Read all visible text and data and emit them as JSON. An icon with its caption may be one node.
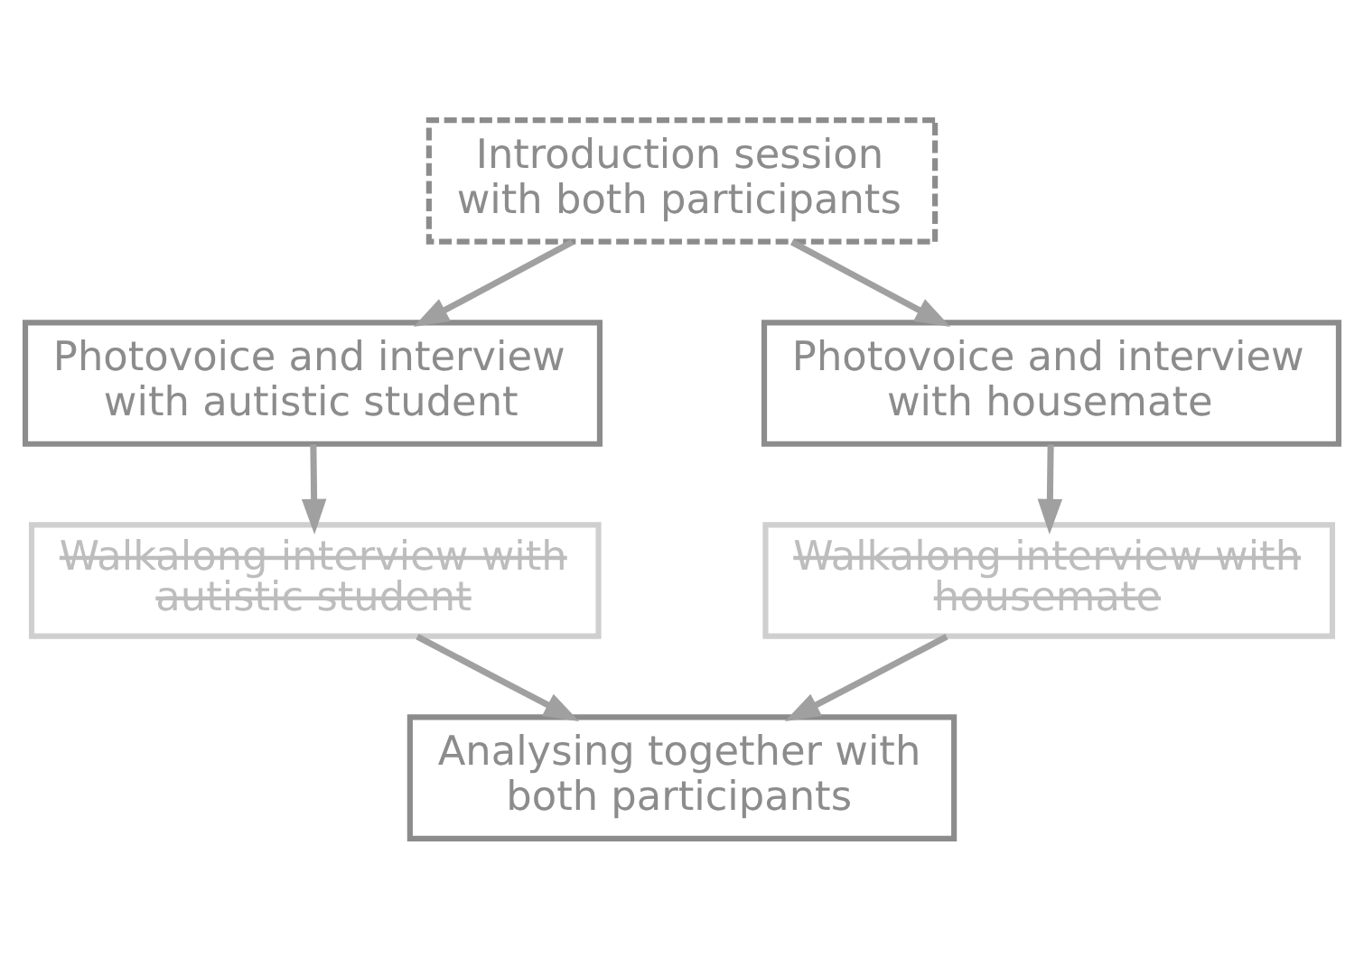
{
  "diagram": {
    "nodes": [
      {
        "text": [
          "Introduction session with both participants"
        ]
      },
      {
        "text": [
          "Photovoice and interview with autistic student"
        ]
      },
      {
        "text": [
          "Photovoice and interview with housemate"
        ]
      },
      {
        "text": [
          "Walkalong interview with autistic student"
        ]
      },
      {
        "text": [
          "Walkalong interview with housemate"
        ]
      },
      {
        "text": [
          "Analysing together with both participants"
        ]
      }
    ],
    "edges": [
      {
        "from": 0,
        "to": 1,
        "arrow": "to"
      },
      {
        "from": 0,
        "to": 2,
        "arrow": "to"
      },
      {
        "from": 1,
        "to": 3,
        "arrow": "to"
      },
      {
        "from": 2,
        "to": 4,
        "arrow": "to"
      },
      {
        "from": 3,
        "to": 5,
        "arrow": "to"
      },
      {
        "from": 4,
        "to": 5,
        "arrow": "to"
      }
    ]
  }
}
